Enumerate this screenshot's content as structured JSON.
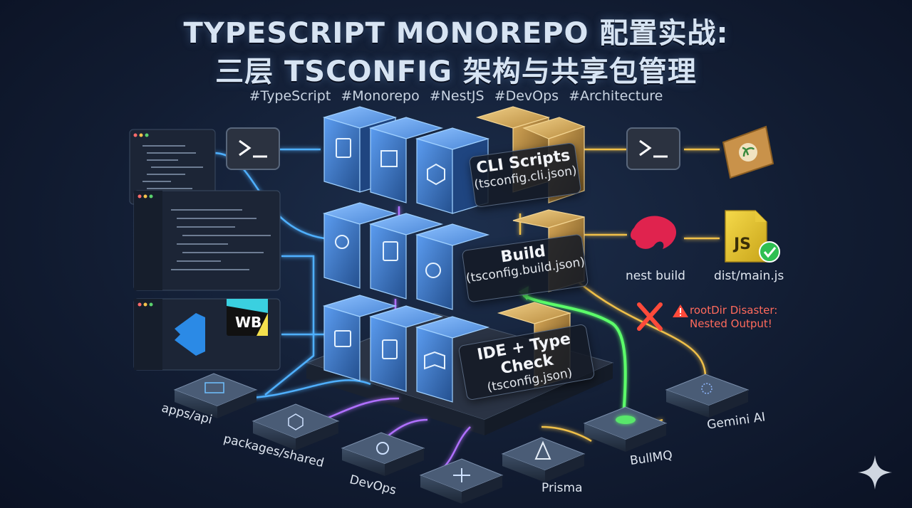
{
  "header": {
    "title_line1": "TYPESCRIPT MONOREPO 配置实战:",
    "title_line2": "三层 TSCONFIG 架构与共享包管理",
    "tags": [
      "#TypeScript",
      "#Monorepo",
      "#NestJS",
      "#DevOps",
      "#Architecture"
    ]
  },
  "layers": [
    {
      "name": "CLI Scripts",
      "file": "(tsconfig.cli.json)"
    },
    {
      "name": "Build",
      "file": "(tsconfig.build.json)"
    },
    {
      "name": "IDE + Type Check",
      "file": "(tsconfig.json)"
    }
  ],
  "nodes": {
    "apps_api": "apps/api",
    "packages_shared": "packages/shared",
    "devops": "DevOps",
    "prisma": "Prisma",
    "bullmq": "BullMQ",
    "gemini": "Gemini AI"
  },
  "outputs": {
    "nest_build": "nest build",
    "dist_main": "dist/main.js",
    "js_badge": "JS"
  },
  "ide_badge": "WB",
  "warning": {
    "line1": "rootDir Disaster:",
    "line2": "Nested Output!"
  },
  "colors": {
    "cube_blue": "#3d7bd6",
    "cube_gold": "#b88a3a",
    "flow_blue": "#4fb0ff",
    "flow_gold": "#f0c04a",
    "flow_purple": "#b070ff",
    "flow_green": "#5cff6a",
    "warning_red": "#ff4a3a"
  }
}
